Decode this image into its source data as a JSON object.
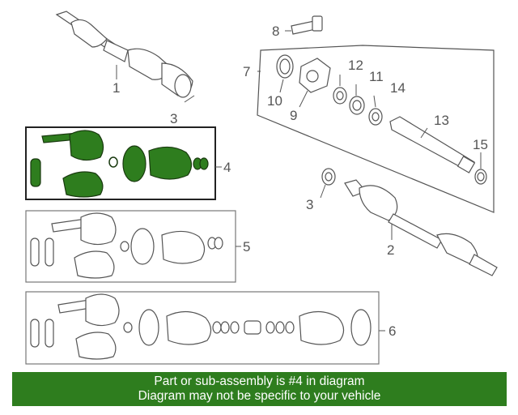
{
  "callouts": {
    "c1": "1",
    "c2": "2",
    "c3a": "3",
    "c3b": "3",
    "c4": "4",
    "c5": "5",
    "c6": "6",
    "c7": "7",
    "c8": "8",
    "c9": "9",
    "c10": "10",
    "c11": "11",
    "c12": "12",
    "c13": "13",
    "c14": "14",
    "c15": "15"
  },
  "highlight_color": "#2e7d1e",
  "banner": {
    "line1": "Part or sub-assembly is #4 in diagram",
    "line2": "Diagram may not be specific to your vehicle"
  }
}
